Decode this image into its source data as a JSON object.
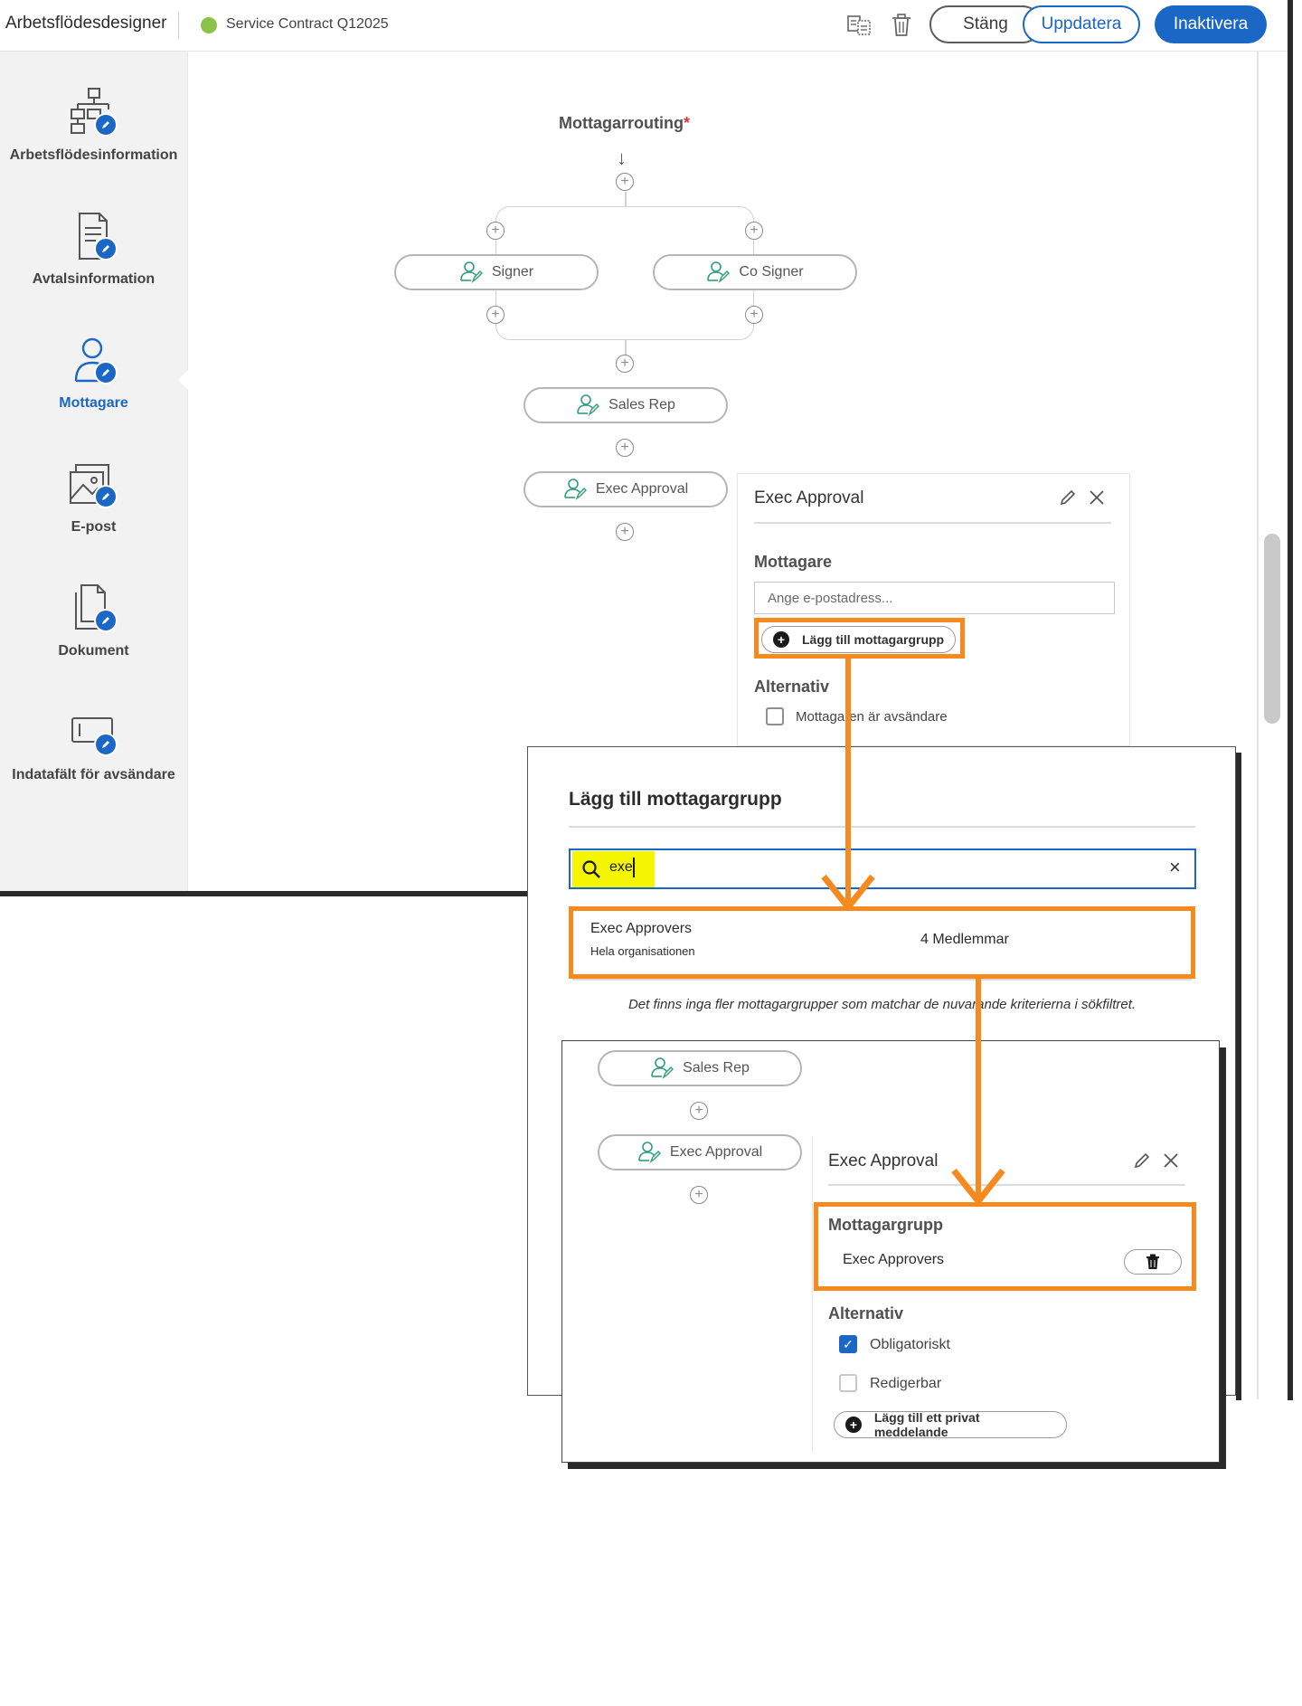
{
  "topbar": {
    "app_title": "Arbetsflödesdesigner",
    "document_name": "Service Contract Q12025",
    "status_color": "#8bc34a",
    "buttons": {
      "close": "Stäng",
      "update": "Uppdatera",
      "deactivate": "Inaktivera"
    },
    "icons": [
      "compare-icon",
      "trash-icon"
    ]
  },
  "sidebar": {
    "items": [
      {
        "label": "Arbetsflödesinformation",
        "icon": "workflow-icon",
        "active": false
      },
      {
        "label": "Avtalsinformation",
        "icon": "agreement-icon",
        "active": false
      },
      {
        "label": "Mottagare",
        "icon": "recipient-icon",
        "active": true
      },
      {
        "label": "E-post",
        "icon": "email-icon",
        "active": false
      },
      {
        "label": "Dokument",
        "icon": "document-icon",
        "active": false
      },
      {
        "label": "Indatafält för avsändare",
        "icon": "input-field-icon",
        "active": false
      }
    ]
  },
  "routing": {
    "title": "Mottagarrouting",
    "required_mark": "*",
    "nodes": [
      "Signer",
      "Co Signer",
      "Sales Rep",
      "Exec Approval"
    ]
  },
  "recipient_panel": {
    "title": "Exec Approval",
    "recipients_heading": "Mottagare",
    "email_placeholder": "Ange e-postadress...",
    "add_group_button": "Lägg till mottagargrupp",
    "options_heading": "Alternativ",
    "option_sender": "Mottagaren är avsändare"
  },
  "dialog": {
    "title": "Lägg till mottagargrupp",
    "search_value": "exe",
    "clear_glyph": "×",
    "result": {
      "name": "Exec Approvers",
      "scope": "Hela organisationen",
      "members": "4 Medlemmar"
    },
    "no_more_text": "Det finns inga fler mottagargrupper som matchar de nuvarande kriterierna i sökfiltret."
  },
  "detail": {
    "nodes": [
      "Sales Rep",
      "Exec Approval"
    ],
    "panel_title": "Exec Approval",
    "group_heading": "Mottagargrupp",
    "group_name": "Exec Approvers",
    "options_heading": "Alternativ",
    "option_required": "Obligatoriskt",
    "option_required_checked": true,
    "option_editable": "Redigerbar",
    "option_editable_checked": false,
    "private_message_button": "Lägg till ett privat meddelande"
  },
  "colors": {
    "accent": "#1b67c5",
    "annotation": "#f68a1e",
    "highlight": "#f5f500"
  }
}
